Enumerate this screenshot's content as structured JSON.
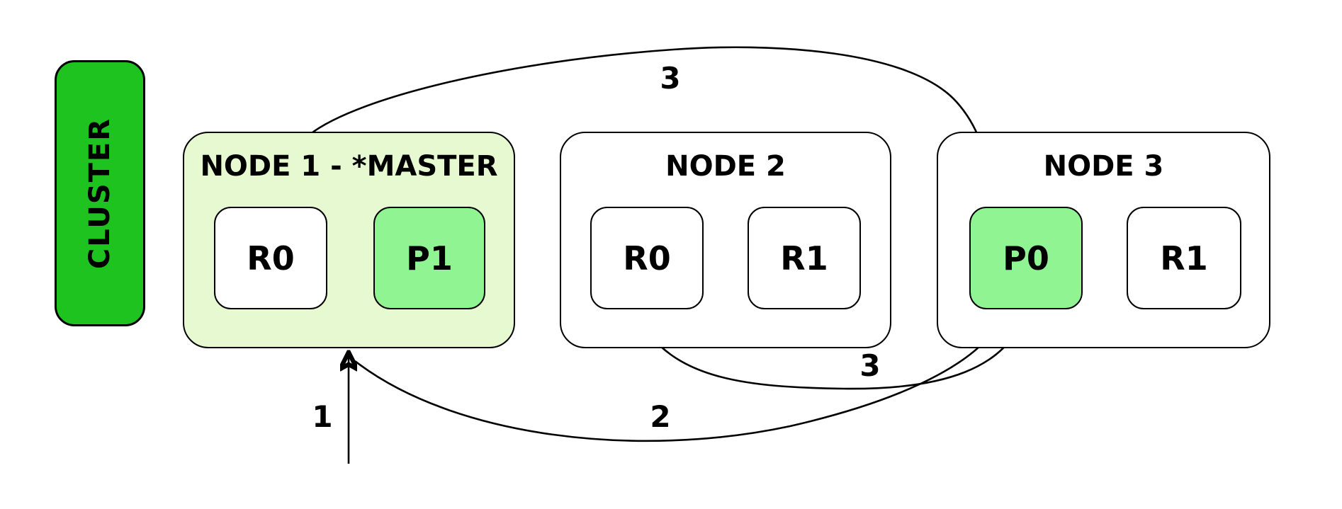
{
  "colors": {
    "badge-green": "#1fc31f",
    "node1-bg": "#e7f9d0",
    "primary-green": "#90f493",
    "ink": "#000000",
    "box-white": "#ffffff"
  },
  "cluster_label": "CLUSTER",
  "nodes": [
    {
      "title": "NODE 1 - *MASTER",
      "shards": [
        {
          "label": "R0",
          "type": "replica"
        },
        {
          "label": "P1",
          "type": "primary"
        }
      ]
    },
    {
      "title": "NODE 2",
      "shards": [
        {
          "label": "R0",
          "type": "replica"
        },
        {
          "label": "R1",
          "type": "replica"
        }
      ]
    },
    {
      "title": "NODE 3",
      "shards": [
        {
          "label": "P0",
          "type": "primary"
        },
        {
          "label": "R1",
          "type": "replica"
        }
      ]
    }
  ],
  "arrows": [
    {
      "label": "1",
      "from": "client",
      "to": "node-1"
    },
    {
      "label": "2",
      "from": "node-1",
      "to": "node-3-shard-p0"
    },
    {
      "label": "3",
      "from": "node-3-shard-p0",
      "to": "node-1-shard-r0"
    },
    {
      "label": "3",
      "from": "node-3-shard-p0",
      "to": "node-2-shard-r0"
    }
  ]
}
